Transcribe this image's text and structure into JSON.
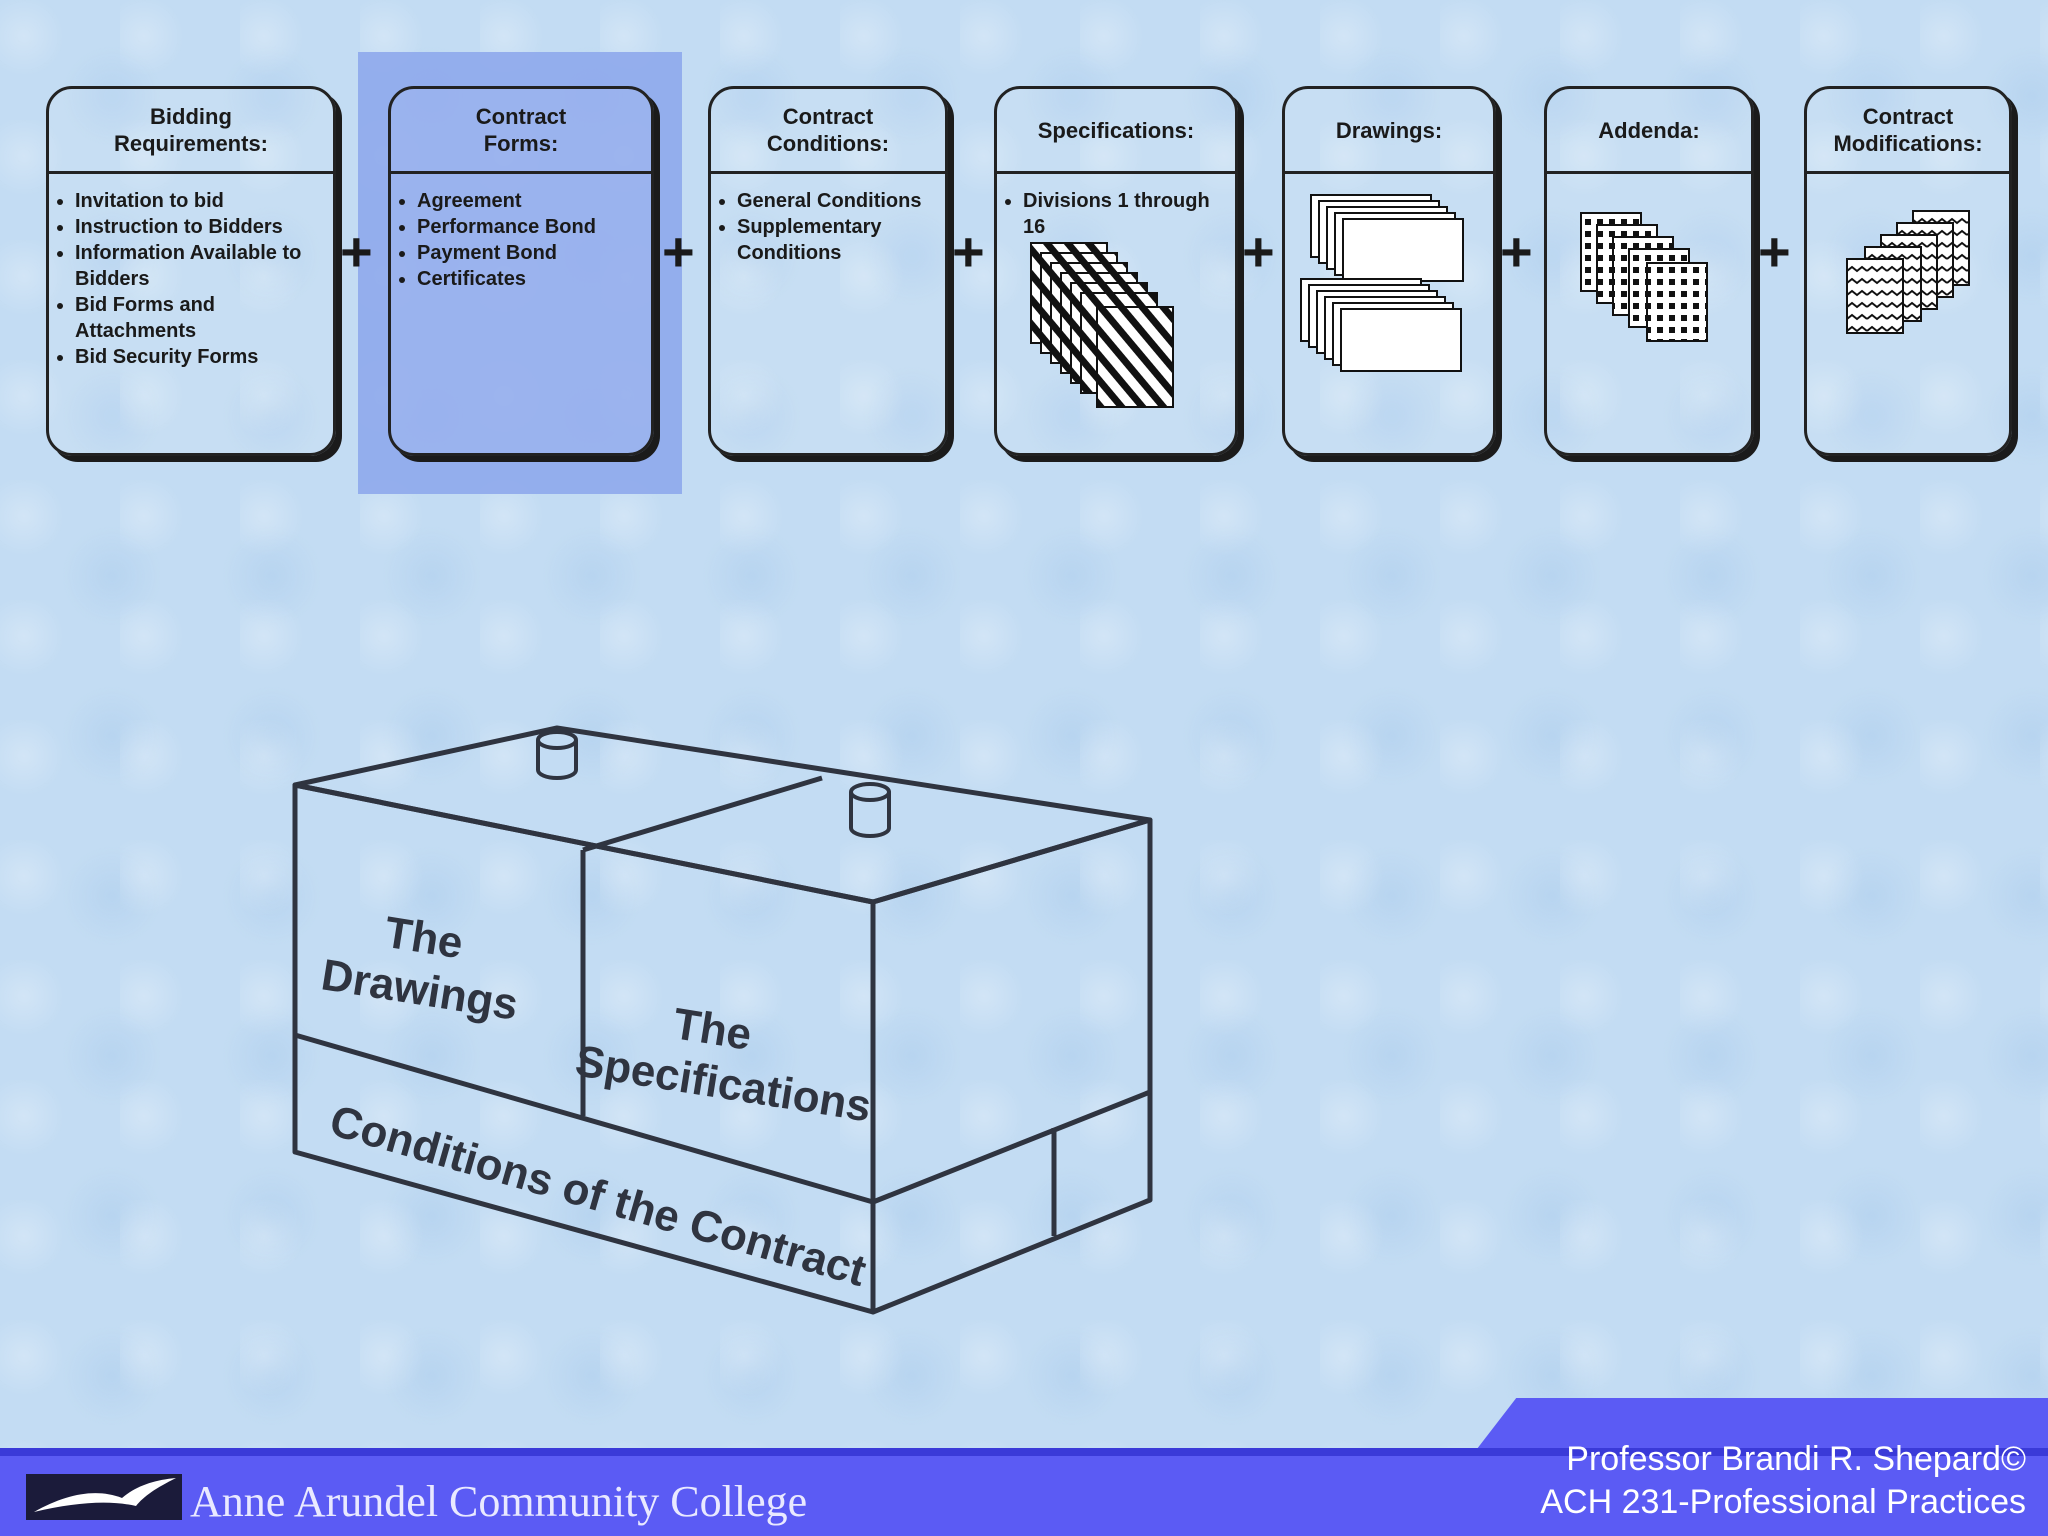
{
  "panels": [
    {
      "heading": "Bidding\nRequirements:",
      "items": [
        "Invitation to bid",
        "Instruction to Bidders",
        "Information Available to Bidders",
        "Bid Forms and Attachments",
        "Bid Security Forms"
      ]
    },
    {
      "heading": "Contract\nForms:",
      "items": [
        "Agreement",
        "Performance Bond",
        "Payment Bond",
        "Certificates"
      ]
    },
    {
      "heading": "Contract\nConditions:",
      "items": [
        "General Conditions",
        "Supplementary Conditions"
      ]
    },
    {
      "heading": "Specifications:",
      "items": [
        "Divisions 1 through 16"
      ]
    },
    {
      "heading": "Drawings:",
      "items": []
    },
    {
      "heading": "Addenda:",
      "items": []
    },
    {
      "heading": "Contract\nModifications:",
      "items": []
    }
  ],
  "plus_symbol": "+",
  "box": {
    "drawings_label": "The\nDrawings",
    "specifications_label": "The\nSpecifications",
    "conditions_label": "Conditions of the Contract"
  },
  "footer": {
    "college": "Anne Arundel Community College",
    "credit_line1": "Professor Brandi R. Shepard©",
    "credit_line2": "ACH 231-Professional Practices"
  },
  "colors": {
    "highlight": "#8ea9ec",
    "footer": "#5b5bf4",
    "background": "#c3dcf3"
  }
}
